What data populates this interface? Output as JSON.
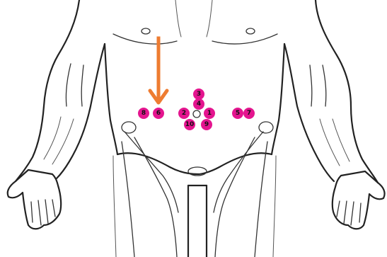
{
  "diagram": {
    "colors": {
      "site_fill": "#e4158f",
      "site_text": "#111111",
      "arrow": "#ee7c31",
      "outline": "#222222",
      "background": "#ffffff"
    },
    "sites": [
      {
        "id": "1",
        "label": "1"
      },
      {
        "id": "2",
        "label": "2"
      },
      {
        "id": "3",
        "label": "3"
      },
      {
        "id": "4",
        "label": "4"
      },
      {
        "id": "5",
        "label": "5"
      },
      {
        "id": "6",
        "label": "6"
      },
      {
        "id": "7",
        "label": "7"
      },
      {
        "id": "8",
        "label": "8"
      },
      {
        "id": "9",
        "label": "9"
      },
      {
        "id": "10",
        "label": "10"
      }
    ],
    "arrow": {
      "icon": "down-arrow-icon",
      "points_to": "6"
    }
  }
}
